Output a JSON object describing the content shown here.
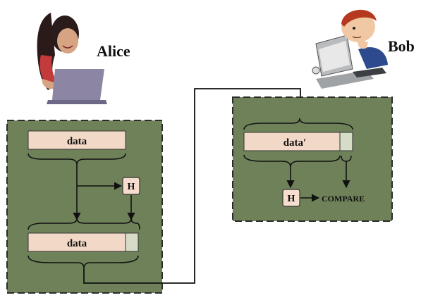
{
  "alice": {
    "name": "Alice"
  },
  "bob": {
    "name": "Bob"
  },
  "sender_block": {
    "data_top_label": "data",
    "hash_label": "H",
    "data_bottom_label": "data"
  },
  "receiver_block": {
    "data_label": "data′",
    "hash_label": "H",
    "compare_label": "COMPARE"
  },
  "colors": {
    "panel_fill": "#6f8159",
    "panel_border": "#2b2b2b",
    "data_fill": "#f2d8c6",
    "hash_tag_fill": "#d7dcc9",
    "hash_box_fill": "#f6ddcd",
    "line": "#111111"
  }
}
